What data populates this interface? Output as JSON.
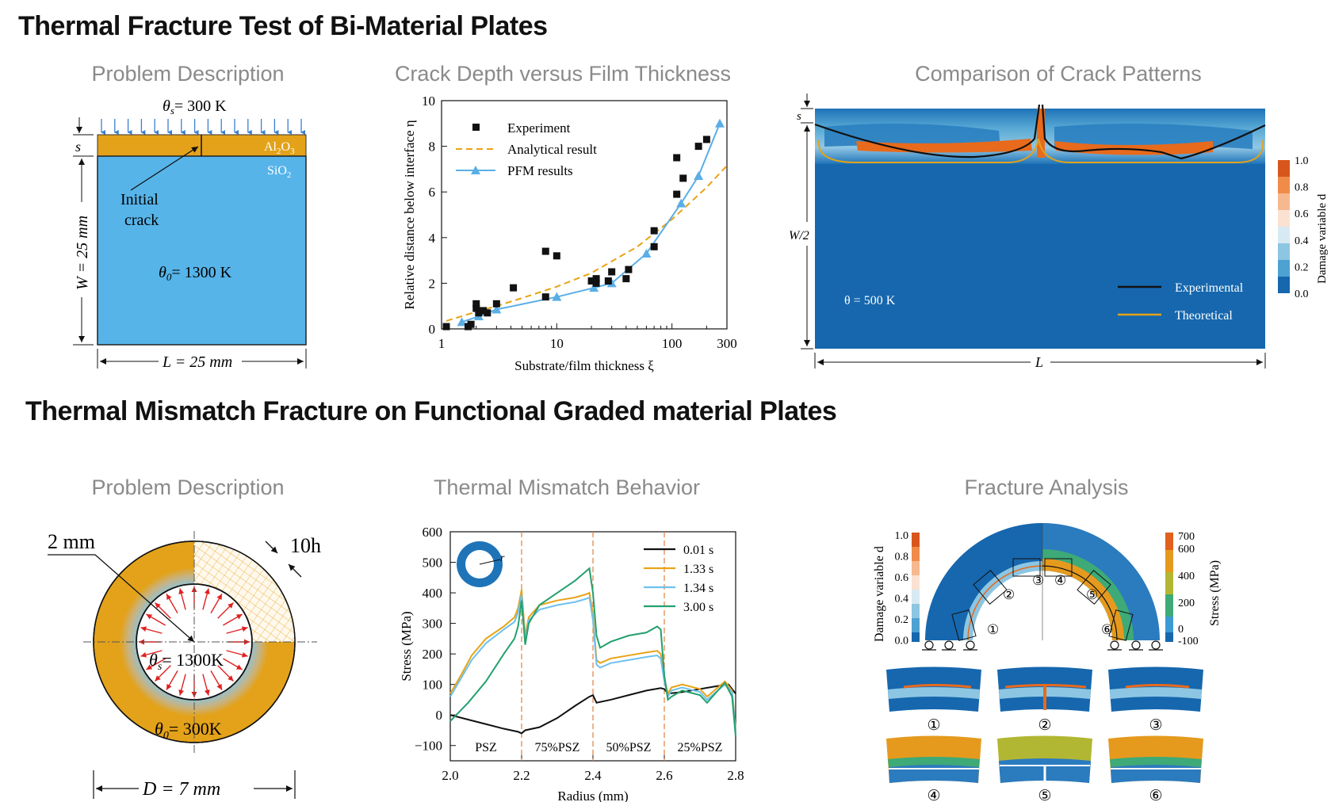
{
  "headings": {
    "row1": "Thermal Fracture Test of Bi-Material Plates",
    "row2": "Thermal Mismatch Fracture on Functional Graded material Plates"
  },
  "panel_titles": {
    "p1": "Problem Description",
    "p2": "Crack Depth versus Film Thickness",
    "p3": "Comparison of Crack Patterns",
    "p4": "Problem Description",
    "p5": "Thermal Mismatch Behavior",
    "p6": "Fracture Analysis"
  },
  "p1": {
    "theta_s": "= 300 K",
    "film": "Al",
    "film_sub2": "2",
    "film_o": "O",
    "film_sub3": "3",
    "substrate": "SiO",
    "substrate_sub": "2",
    "s": "s",
    "crack1": "Initial",
    "crack2": "crack",
    "theta0": "= 1300 K",
    "W": "W = 25 mm",
    "L": "L = 25 mm"
  },
  "p3": {
    "s": "s",
    "W2": "W/2",
    "L": "L",
    "theta": "θ = 500 K",
    "legend_exp": "Experimental",
    "legend_theo": "Theoretical",
    "cbar_label": "Damage variable d",
    "cbar_ticks": [
      "1.0",
      "0.8",
      "0.6",
      "0.4",
      "0.2",
      "0.0"
    ]
  },
  "p4": {
    "radius": "2 mm",
    "mesh": "10h",
    "theta_s": "= 1300K",
    "theta0": "= 300K",
    "D": "D = 7 mm"
  },
  "p6": {
    "cbar_left_label": "Damage variable d",
    "cbar_left_ticks": [
      "1.0",
      "0.8",
      "0.6",
      "0.4",
      "0.2",
      "0.0"
    ],
    "cbar_right_label": "Stress (MPa)",
    "cbar_right_ticks": [
      "700",
      "600",
      "400",
      "200",
      "0",
      "-100"
    ],
    "markers": [
      "①",
      "②",
      "③",
      "④",
      "⑤",
      "⑥"
    ]
  },
  "chart_data": [
    {
      "type": "scatter",
      "title": "Crack Depth versus Film Thickness",
      "xlabel": "Substrate/film thickness ξ",
      "ylabel": "Relative distance below interface η",
      "xscale": "log",
      "xlim": [
        1,
        300
      ],
      "ylim": [
        0,
        10
      ],
      "xticks": [
        "1",
        "10",
        "100",
        "300"
      ],
      "yticks": [
        "0",
        "2",
        "4",
        "6",
        "8",
        "10"
      ],
      "legend_placement": "top-left",
      "series": [
        {
          "name": "Experiment",
          "marker": "square",
          "color": "#111111",
          "x": [
            1.1,
            1.7,
            1.8,
            2.0,
            2.0,
            2.1,
            2.3,
            2.5,
            3.0,
            4.2,
            8,
            8,
            10,
            20,
            22,
            22,
            28,
            30,
            40,
            42,
            70,
            70,
            110,
            110,
            125,
            170,
            200
          ],
          "y": [
            0.1,
            0.1,
            0.2,
            0.9,
            1.1,
            0.7,
            0.8,
            0.7,
            1.1,
            1.8,
            1.4,
            3.4,
            3.2,
            2.1,
            2.0,
            2.2,
            2.1,
            2.5,
            2.2,
            2.6,
            3.6,
            4.3,
            5.9,
            7.5,
            6.6,
            8.0,
            8.3
          ]
        },
        {
          "name": "Analytical result",
          "style": "dashed",
          "color": "#E8A317",
          "x": [
            1.1,
            2,
            3,
            5,
            10,
            20,
            50,
            100,
            200,
            300
          ],
          "y": [
            0.35,
            0.75,
            1.0,
            1.35,
            1.85,
            2.45,
            3.6,
            4.8,
            6.2,
            7.15
          ]
        },
        {
          "name": "PFM results",
          "marker": "triangle",
          "color": "#5AAEE6",
          "x": [
            1.5,
            2.1,
            3,
            10,
            21,
            30,
            60,
            120,
            170,
            260
          ],
          "y": [
            0.3,
            0.55,
            0.85,
            1.4,
            1.8,
            2.0,
            3.3,
            5.5,
            6.7,
            9.0
          ]
        }
      ]
    },
    {
      "type": "line",
      "title": "Thermal Mismatch Behavior",
      "xlabel": "Radius (mm)",
      "ylabel": "Stress (MPa)",
      "xlim": [
        2.0,
        2.8
      ],
      "ylim": [
        -150,
        600
      ],
      "xticks": [
        "2.0",
        "2.2",
        "2.4",
        "2.6",
        "2.8"
      ],
      "yticks": [
        "600",
        "500",
        "400",
        "300",
        "200",
        "100",
        "0",
        "−100"
      ],
      "inset_label": "r",
      "region_boundaries": [
        2.2,
        2.4,
        2.6
      ],
      "regions": [
        "PSZ",
        "75%PSZ",
        "50%PSZ",
        "25%PSZ"
      ],
      "legend_placement": "top-right",
      "series": [
        {
          "name": "0.01 s",
          "color": "#111111",
          "x": [
            2.0,
            2.05,
            2.1,
            2.15,
            2.19,
            2.2,
            2.21,
            2.25,
            2.3,
            2.35,
            2.39,
            2.4,
            2.41,
            2.45,
            2.5,
            2.55,
            2.59,
            2.6,
            2.61,
            2.65,
            2.7,
            2.75,
            2.78,
            2.8
          ],
          "y": [
            0,
            -15,
            -30,
            -45,
            -55,
            -60,
            -50,
            -40,
            -10,
            30,
            60,
            65,
            40,
            50,
            65,
            80,
            88,
            85,
            70,
            75,
            85,
            95,
            100,
            70
          ]
        },
        {
          "name": "1.33 s",
          "color": "#E8A317",
          "x": [
            2.0,
            2.03,
            2.06,
            2.1,
            2.15,
            2.18,
            2.19,
            2.2,
            2.21,
            2.22,
            2.25,
            2.3,
            2.35,
            2.38,
            2.39,
            2.4,
            2.41,
            2.42,
            2.45,
            2.5,
            2.55,
            2.58,
            2.59,
            2.6,
            2.61,
            2.62,
            2.65,
            2.7,
            2.72,
            2.75,
            2.77,
            2.79,
            2.8
          ],
          "y": [
            70,
            130,
            195,
            250,
            290,
            320,
            350,
            410,
            260,
            320,
            360,
            375,
            385,
            395,
            400,
            330,
            180,
            170,
            185,
            195,
            205,
            210,
            200,
            120,
            70,
            90,
            100,
            85,
            60,
            90,
            110,
            80,
            -50
          ]
        },
        {
          "name": "1.34 s",
          "color": "#6EC1EC",
          "x": [
            2.0,
            2.03,
            2.06,
            2.1,
            2.15,
            2.18,
            2.19,
            2.2,
            2.21,
            2.22,
            2.25,
            2.3,
            2.35,
            2.38,
            2.39,
            2.4,
            2.41,
            2.42,
            2.45,
            2.5,
            2.55,
            2.58,
            2.59,
            2.6,
            2.61,
            2.62,
            2.65,
            2.7,
            2.72,
            2.75,
            2.77,
            2.79,
            2.8
          ],
          "y": [
            60,
            120,
            180,
            235,
            280,
            305,
            335,
            395,
            240,
            310,
            345,
            360,
            370,
            380,
            385,
            310,
            165,
            155,
            170,
            180,
            190,
            195,
            185,
            110,
            60,
            80,
            90,
            75,
            50,
            80,
            100,
            75,
            -55
          ]
        },
        {
          "name": "3.00 s",
          "color": "#23A06E",
          "x": [
            2.0,
            2.05,
            2.1,
            2.15,
            2.18,
            2.19,
            2.2,
            2.21,
            2.22,
            2.25,
            2.3,
            2.35,
            2.38,
            2.39,
            2.4,
            2.41,
            2.42,
            2.45,
            2.5,
            2.55,
            2.58,
            2.59,
            2.6,
            2.61,
            2.62,
            2.65,
            2.7,
            2.72,
            2.75,
            2.77,
            2.79,
            2.8
          ],
          "y": [
            -20,
            40,
            110,
            200,
            250,
            290,
            375,
            230,
            300,
            360,
            400,
            440,
            470,
            480,
            400,
            260,
            220,
            240,
            260,
            270,
            290,
            280,
            130,
            50,
            60,
            80,
            65,
            40,
            80,
            105,
            60,
            -70
          ]
        }
      ]
    }
  ]
}
